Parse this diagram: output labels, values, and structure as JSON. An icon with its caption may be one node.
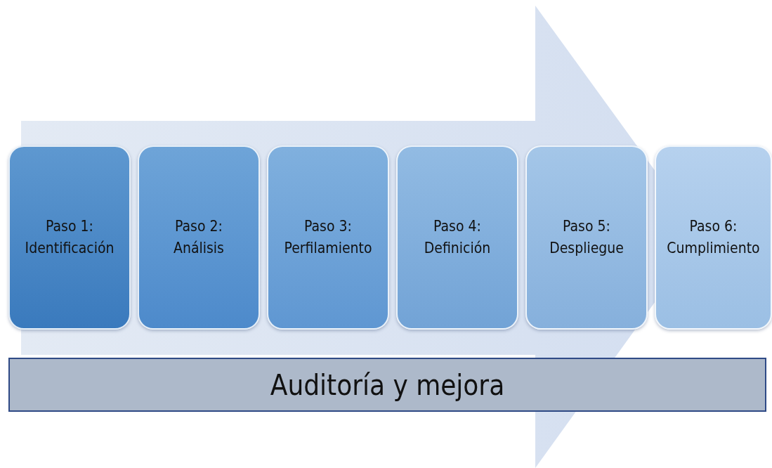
{
  "diagram": {
    "nodes": [
      {
        "text": [
          "Paso 1: Identificación"
        ]
      },
      {
        "text": [
          "Paso 2: Análisis"
        ]
      },
      {
        "text": [
          "Paso 3: Perfilamiento"
        ]
      },
      {
        "text": [
          "Paso 4: Definición"
        ]
      },
      {
        "text": [
          "Paso 5: Despliegue"
        ]
      },
      {
        "text": [
          "Paso 6: Cumplimiento"
        ]
      },
      {
        "text": [
          "Auditoría y mejora"
        ]
      }
    ],
    "edges": [
      {
        "from": 0,
        "to": 5,
        "arrow": "to"
      }
    ]
  }
}
